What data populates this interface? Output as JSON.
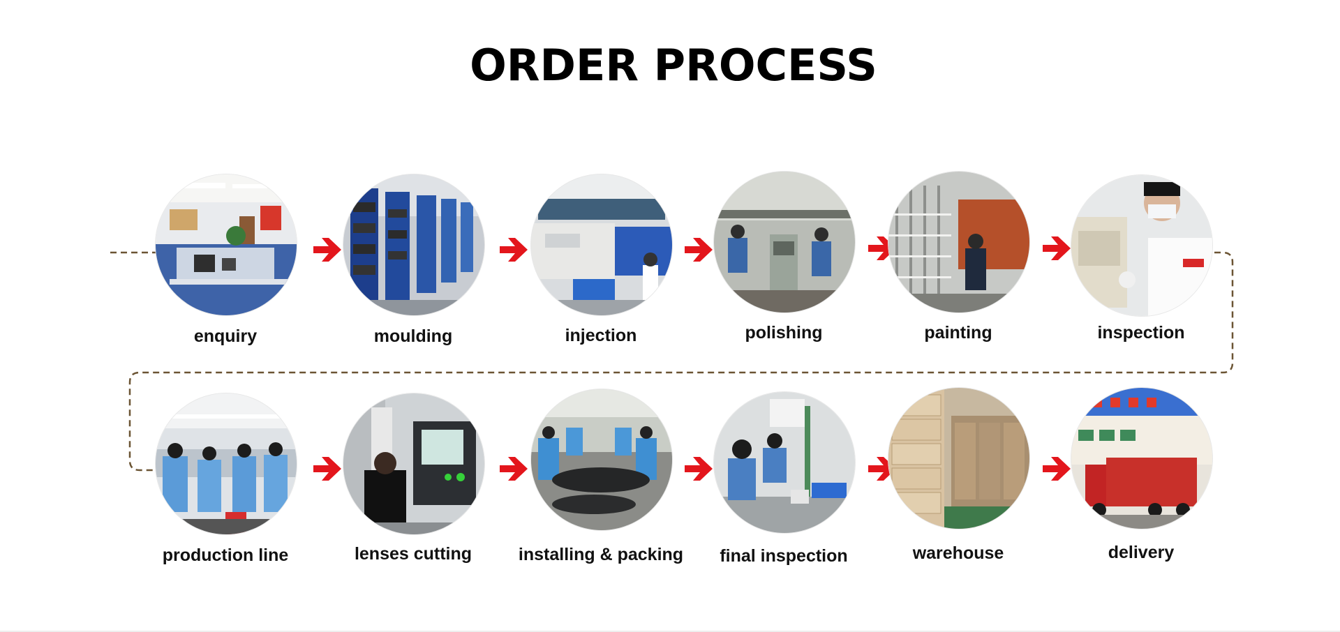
{
  "title": "ORDER PROCESS",
  "colors": {
    "arrow": "#e3161c",
    "dashed_line": "#6b5433",
    "title": "#000000",
    "label": "#111111"
  },
  "steps": [
    {
      "label": "enquiry",
      "icon": "office-photo"
    },
    {
      "label": "moulding",
      "icon": "mould-rack-photo"
    },
    {
      "label": "injection",
      "icon": "injection-machine-photo"
    },
    {
      "label": "polishing",
      "icon": "polishing-workshop-photo"
    },
    {
      "label": "painting",
      "icon": "painting-rack-photo"
    },
    {
      "label": "inspection",
      "icon": "inspector-photo"
    },
    {
      "label": "production line",
      "icon": "production-line-photo"
    },
    {
      "label": "lenses cutting",
      "icon": "lens-cutting-machine-photo"
    },
    {
      "label": "installing & packing",
      "icon": "assembly-table-photo"
    },
    {
      "label": "final inspection",
      "icon": "final-inspection-photo"
    },
    {
      "label": "warehouse",
      "icon": "warehouse-boxes-photo"
    },
    {
      "label": "delivery",
      "icon": "delivery-truck-photo"
    }
  ]
}
